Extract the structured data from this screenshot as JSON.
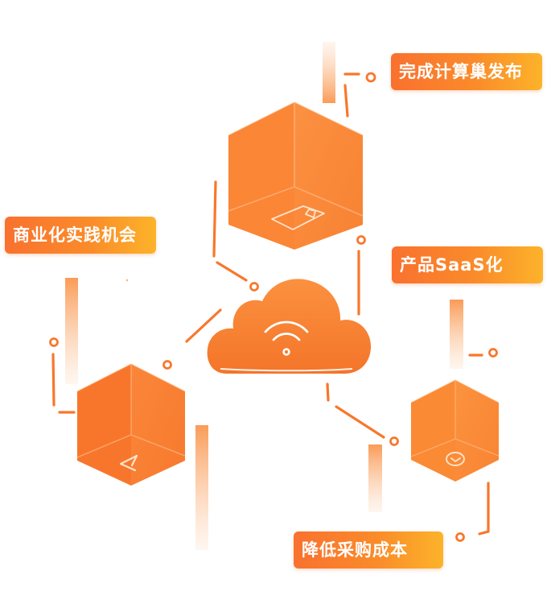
{
  "labels": {
    "publish": "完成计算巢发布",
    "business": "商业化实践机会",
    "saas": "产品SaaS化",
    "cost": "降低采购成本"
  },
  "icons": {
    "center": "wifi-cloud-icon",
    "top": "box-tag-icon",
    "left": "send-icon",
    "right": "clock-icon"
  },
  "colors": {
    "accent": "#fa7a2c",
    "accent_light": "#fcb32a",
    "cube_left": "#f8762c",
    "cube_right": "#fb8a34",
    "cube_top": "#ffa055"
  }
}
